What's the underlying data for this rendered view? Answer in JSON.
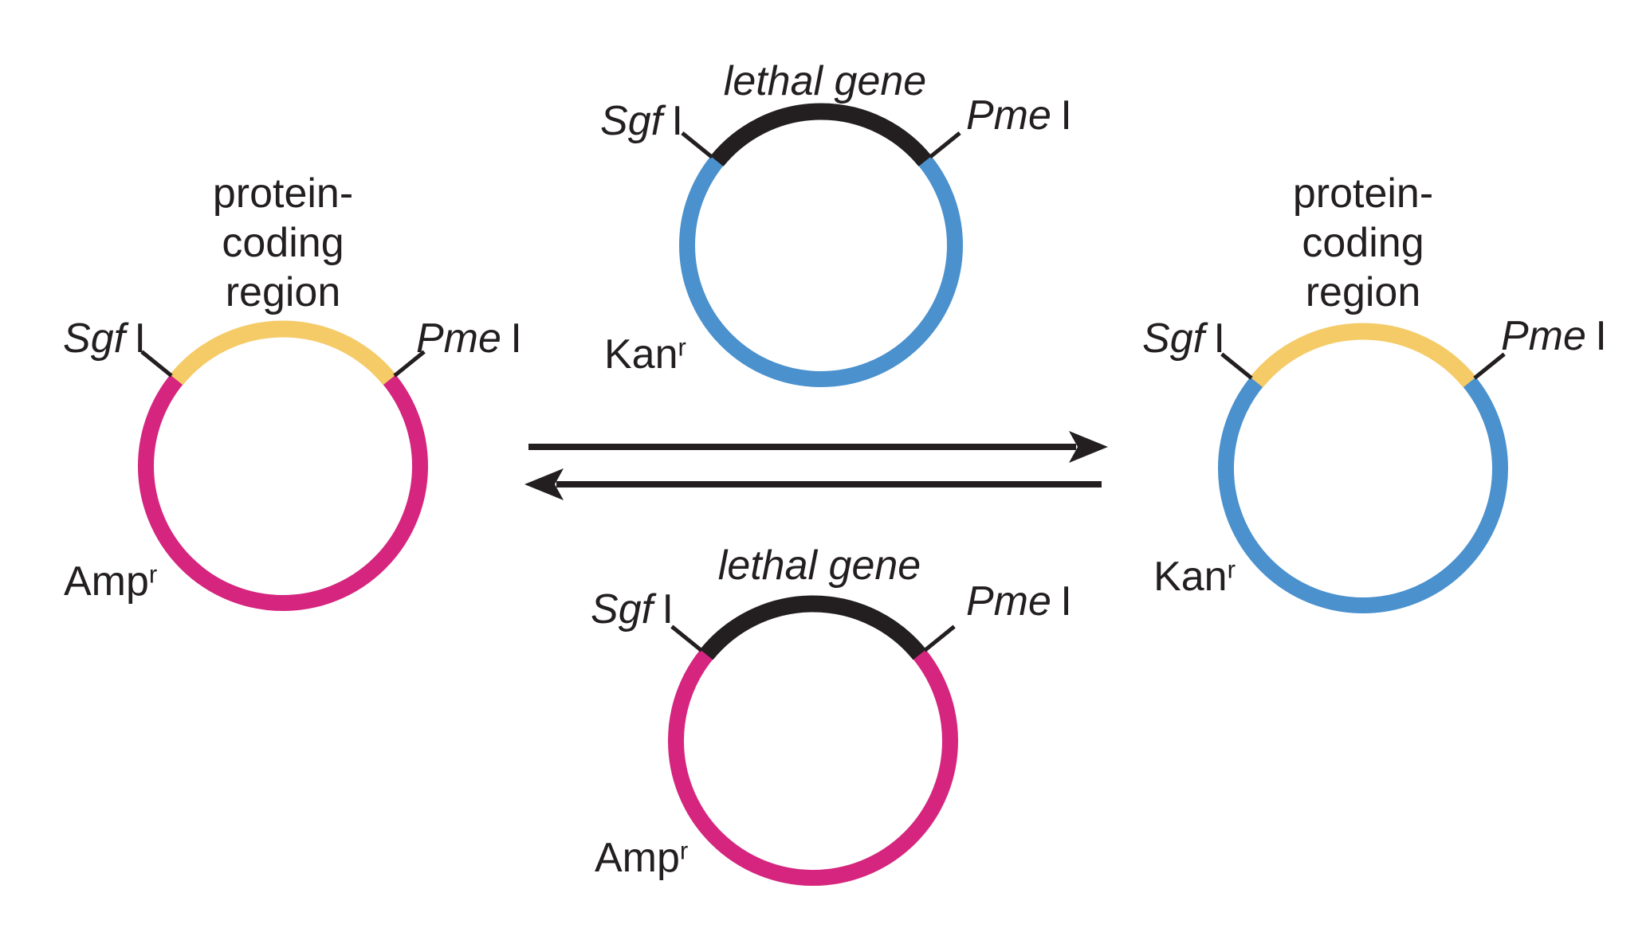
{
  "figure": {
    "description": "Flexi vector plasmid exchange diagram with four circular plasmid maps and a pair of opposing reaction arrows"
  },
  "palette": {
    "ink": "#231F20",
    "magenta": "#D5257E",
    "blue": "#4A91CE",
    "yellow": "#F5CB68",
    "black": "#231F20"
  },
  "plasmids": [
    {
      "id": "left-amp-protein-coding",
      "position": "left",
      "backbone_color": "#D5257E",
      "insert_color": "#F5CB68",
      "insert_label_lines": [
        "protein-",
        "coding",
        "region"
      ],
      "site_left": {
        "enzyme": "Sgf",
        "roman": "I"
      },
      "site_right": {
        "enzyme": "Pme",
        "roman": "I"
      },
      "resistance": {
        "base": "Amp",
        "sup": "r"
      }
    },
    {
      "id": "top-kan-lethal-gene",
      "position": "top-center",
      "backbone_color": "#4A91CE",
      "insert_color": "#231F20",
      "insert_label": "lethal gene",
      "site_left": {
        "enzyme": "Sgf",
        "roman": "I"
      },
      "site_right": {
        "enzyme": "Pme",
        "roman": "I"
      },
      "resistance": {
        "base": "Kan",
        "sup": "r"
      }
    },
    {
      "id": "bottom-amp-lethal-gene",
      "position": "bottom-center",
      "backbone_color": "#D5257E",
      "insert_color": "#231F20",
      "insert_label": "lethal gene",
      "site_left": {
        "enzyme": "Sgf",
        "roman": "I"
      },
      "site_right": {
        "enzyme": "Pme",
        "roman": "I"
      },
      "resistance": {
        "base": "Amp",
        "sup": "r"
      }
    },
    {
      "id": "right-kan-protein-coding",
      "position": "right",
      "backbone_color": "#4A91CE",
      "insert_color": "#F5CB68",
      "insert_label_lines": [
        "protein-",
        "coding",
        "region"
      ],
      "site_left": {
        "enzyme": "Sgf",
        "roman": "I"
      },
      "site_right": {
        "enzyme": "Pme",
        "roman": "I"
      },
      "resistance": {
        "base": "Kan",
        "sup": "r"
      }
    }
  ]
}
